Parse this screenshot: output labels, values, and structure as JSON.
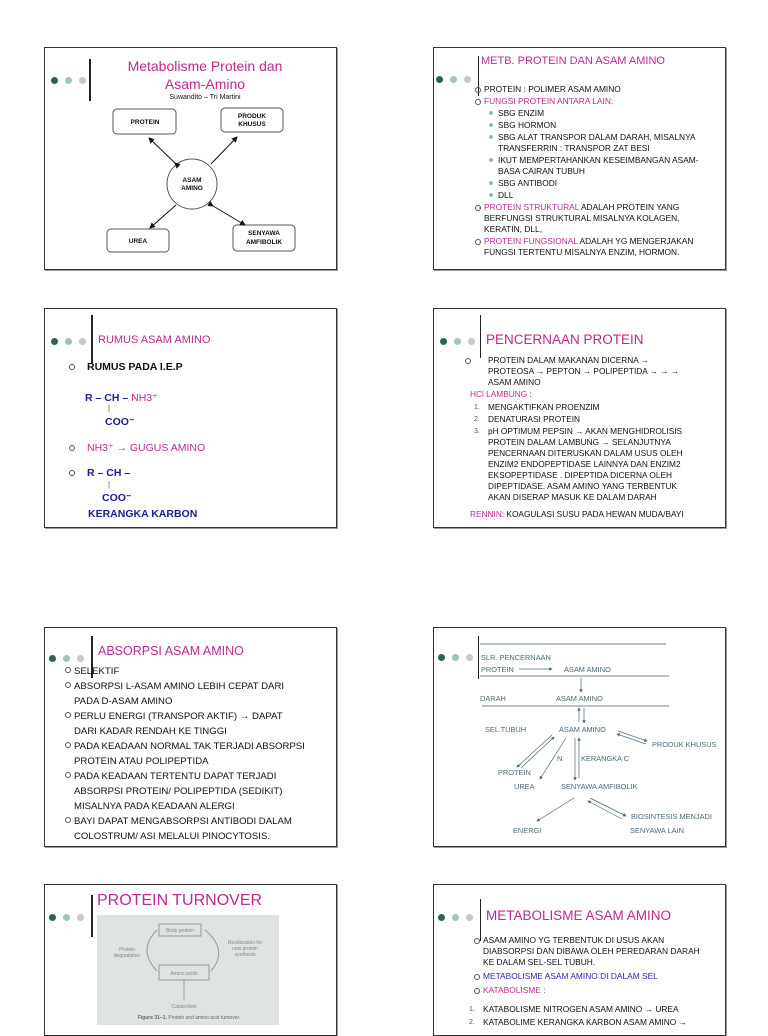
{
  "colors": {
    "accent_pink": "#c0288f",
    "blue": "#1c1c9a",
    "dot_dark": "#2f5f5a",
    "dot_mid": "#9cc4c0",
    "dot_light": "#c8c8c8"
  },
  "slide1": {
    "title_line1": "Metabolisme Protein dan",
    "title_line2": "Asam-Amino",
    "author": "Suwandito – Tri Martini",
    "nodes": {
      "protein": "PROTEIN",
      "produk1": "PRODUK",
      "produk2": "KHUSUS",
      "asam": "ASAM",
      "amino": "AMINO",
      "urea": "UREA",
      "senyawa": "SENYAWA",
      "amfibolik": "AMFIBOLIK"
    }
  },
  "slide2": {
    "title": "METB. PROTEIN DAN ASAM AMINO",
    "items": [
      {
        "level": 1,
        "text": "PROTEIN : POLIMER ASAM AMINO"
      },
      {
        "level": 1,
        "pink": "FUNGSI PROTEIN  ANTARA  LAIN:"
      },
      {
        "level": 2,
        "text": "SBG ENZIM"
      },
      {
        "level": 2,
        "text": "SBG HORMON"
      },
      {
        "level": 2,
        "text": "SBG ALAT TRANSPOR DALAM DARAH, MISALNYA\nTRANSFERRIN : TRANSPOR ZAT BESI"
      },
      {
        "level": 2,
        "text": "IKUT MEMPERTAHANKAN KESEIMBANGAN ASAM-\nBASA CAIRAN TUBUH"
      },
      {
        "level": 2,
        "text": "SBG ANTIBODI"
      },
      {
        "level": 2,
        "text": "DLL"
      },
      {
        "level": 1,
        "pink": "PROTEIN STRUKTURAL",
        "text": " ADALAH PROTEIN YANG\nBERFUNGSI STRUKTURAL  MISALNYA KOLAGEN,\nKERATIN, DLL,"
      },
      {
        "level": 1,
        "pink": "PROTEIN FUNGSIONAL",
        "text": " ADALAH  YG MENGERJAKAN\nFUNGSI TERTENTU MISALNYA ENZIM, HORMON."
      }
    ]
  },
  "slide3": {
    "title": "RUMUS ASAM AMINO",
    "item1": "RUMUS PADA I.E.P",
    "formula1": "R – CH – ",
    "nh3": "NH3⁺",
    "bond": "|",
    "coo": "COO⁻",
    "item2": "NH3⁺  → GUGUS AMINO",
    "formula2": "R – CH –",
    "kerangka": "KERANGKA KARBON"
  },
  "slide4": {
    "title": "PENCERNAAN PROTEIN",
    "intro": "PROTEIN DALAM MAKANAN DICERNA →\nPROTEOSA → PEPTON → POLIPEPTIDA → → →\nASAM AMINO",
    "hcl_label": "HCl LAMBUNG",
    ":": ":",
    "steps": [
      {
        "n": "1.",
        "text": "MENGAKTIFKAN PROENZIM"
      },
      {
        "n": "2.",
        "text": "DENATURASI PROTEIN"
      },
      {
        "n": "3.",
        "text": "pH OPTIMUM PEPSIN → AKAN MENGHIDROLISIS\nPROTEIN DALAM LAMBUNG → SELANJUTNYA\nPENCERNAAN DITERUSKAN DALAM USUS OLEH\nENZIM2 ENDOPEPTIDASE LAINNYA DAN ENZIM2\nEKSOPEPTIDASE . DIPEPTIDA DICERNA OLEH\nDIPEPTIDASE.  ASAM AMINO YANG TERBENTUK\nAKAN DISERAP MASUK KE DALAM DARAH"
      }
    ],
    "rennin_label": "RENNIN",
    "rennin_text": ": KOAGULASI SUSU PADA HEWAN MUDA/BAYI"
  },
  "slide5": {
    "title": "ABSORPSI ASAM AMINO",
    "items": [
      "SELEKTIF",
      "ABSORPSI L-ASAM AMINO LEBIH CEPAT DARI\nPADA  D-ASAM AMINO",
      "PERLU ENERGI (TRANSPOR AKTIF) → DAPAT\nDARI KADAR RENDAH KE TINGGI",
      "PADA KEADAAN NORMAL TAK TERJADI ABSORPSI\nPROTEIN ATAU POLIPEPTIDA",
      "PADA KEADAAN TERTENTU DAPAT TERJADI\nABSORPSI PROTEIN/ POLIPEPTIDA (SEDIKIT)\nMISALNYA PADA KEADAAN ALERGI",
      "BAYI DAPAT MENGABSORPSI ANTIBODI DALAM\nCOLOSTRUM/ ASI MELALUI PINOCYTOSIS."
    ]
  },
  "slide6": {
    "slr": "SLR. PENCERNAAN",
    "protein": "PROTEIN",
    "asam1": "ASAM AMINO",
    "darah": "DARAH",
    "asam2": "ASAM AMINO",
    "sel": "SEL TUBUH",
    "asam3": "ASAM AMINO",
    "produk": "PRODUK KHUSUS",
    "n": "N",
    "kerangka": "KERANGKA C",
    "protein2": "PROTEIN",
    "urea": "UREA",
    "senyawa": "SENYAWA AMFIBOLIK",
    "bio1": "BIOSINTESIS MENJADI",
    "energi": "ENERGI",
    "bio2": "SENYAWA LAIN"
  },
  "slide7": {
    "title": "PROTEIN TURNOVER",
    "fig": {
      "body": "Body protein",
      "amino": "Amino acids",
      "degr1": "Protein",
      "degr2": "degradation",
      "reut1": "Reutilization for",
      "reut2": "new protein",
      "reut3": "synthesis",
      "cat": "Catabolism",
      "caption_bold": "Figure 31–1.",
      "caption": " Protein and amino acid turnover."
    }
  },
  "slide8": {
    "title": "METABOLISME ASAM AMINO",
    "item1": "ASAM AMINO YG TERBENTUK DI USUS AKAN\nDIABSORPSI DAN DIBAWA OLEH PEREDARAN DARAH\nKE DALAM SEL-SEL TUBUH.",
    "item2": "METABOLISME ASAM AMINO DI DALAM SEL",
    "item3": "KATABOLISME :",
    "steps": [
      {
        "n": "1.",
        "text": "KATABOLISME NITROGEN ASAM AMINO → UREA"
      },
      {
        "n": "2.",
        "text": "KATABOLIME KERANGKA KARBON ASAM AMINO →"
      }
    ]
  }
}
